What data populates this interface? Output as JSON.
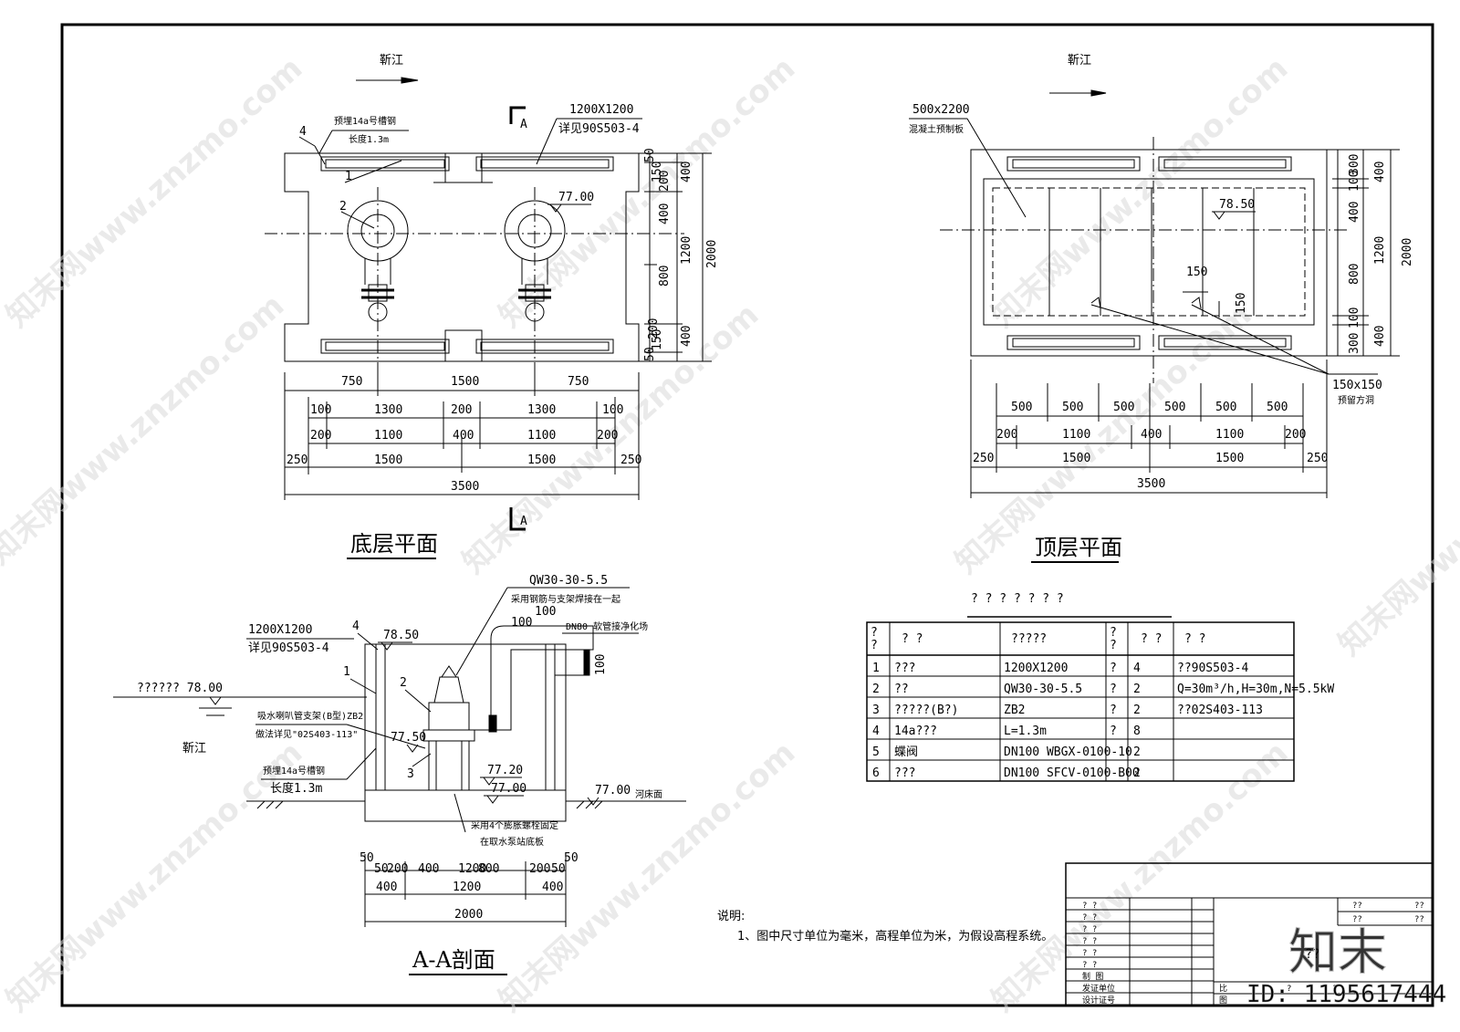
{
  "watermark": {
    "text": "知末网www.znzmo.com",
    "logo": "知末",
    "id": "ID: 1195617444"
  },
  "bottom_plan": {
    "title": "底层平面",
    "river": "靳江",
    "section_mark": "A",
    "callout_opening": "1200X1200",
    "callout_ref": "详见90S503-4",
    "callout_channel": "预埋14a号槽钢",
    "callout_length": "长度1.3m",
    "elevation": "77.00",
    "item_labels": [
      "1",
      "2",
      "4"
    ],
    "dims_row1": [
      "750",
      "1500",
      "750"
    ],
    "dims_row2": [
      "100",
      "1300",
      "200",
      "1300",
      "100"
    ],
    "dims_row3": [
      "200",
      "1100",
      "400",
      "1100",
      "200"
    ],
    "dims_row4": [
      "250",
      "1500",
      "1500",
      "250"
    ],
    "dims_total": "3500",
    "dims_right_a": [
      "50",
      "200",
      "400",
      "800",
      "200",
      "50"
    ],
    "dims_right_b": [
      "400",
      "1200",
      "400"
    ],
    "dims_right_c": "2000",
    "dims_right_d": [
      "150",
      "150"
    ]
  },
  "top_plan": {
    "title": "顶层平面",
    "river": "靳江",
    "callout_slab": "500x2200",
    "callout_slab_note": "混凝土预制板",
    "elevation": "78.50",
    "opening_dim": "150",
    "opening_callout": "150x150",
    "opening_note": "预留方洞",
    "dims_row1": [
      "500",
      "500",
      "500",
      "500",
      "500",
      "500"
    ],
    "dims_row2": [
      "200",
      "1100",
      "400",
      "1100",
      "200"
    ],
    "dims_row3": [
      "250",
      "1500",
      "1500",
      "250"
    ],
    "dims_total": "3500",
    "dims_right_a": [
      "300",
      "100",
      "400",
      "800",
      "100",
      "300"
    ],
    "dims_right_b": [
      "400",
      "1200",
      "400"
    ],
    "dims_right_c": "2000"
  },
  "section": {
    "title": "A-A剖面",
    "opening": "1200X1200",
    "ref": "详见90S503-4",
    "level_top": "78.50",
    "water_level": "?????? 78.00",
    "river": "靳江",
    "pump_model": "QW30-30-5.5",
    "pump_note": "采用钢筋与支架焊接在一起",
    "pipe_dim_a": "100",
    "pipe_dim_b": "100",
    "pipe_dim_c": "100",
    "pipe_note": "DN80 软管接净化场",
    "support_note": "吸水喇叭管支架(B型)ZB2",
    "support_ref": "做法详见\"02S403-113\"",
    "channel_note": "预埋14a号槽钢",
    "channel_length": "长度1.3m",
    "level_base": "77.50",
    "level_a": "77.20",
    "level_b": "77.00",
    "riverbed_level": "77.00",
    "riverbed": "河床面",
    "bolt_note": "采用4个膨胀螺栓固定",
    "bolt_note2": "在取水泵站底板",
    "labels": [
      "1",
      "2",
      "3",
      "4"
    ],
    "dims_row1": [
      "50",
      "50",
      "200",
      "400",
      "1200",
      "800",
      "200",
      "50",
      "50"
    ],
    "dims_row2": [
      "400",
      "1200",
      "400"
    ],
    "dims_total": "2000"
  },
  "table": {
    "title": "? ? ? ? ? ? ?",
    "headers": [
      "?\n?",
      "?  ?",
      "?????",
      "?\n?",
      "?  ?",
      "?    ?"
    ],
    "rows": [
      [
        "1",
        "???",
        "1200X1200",
        "?",
        "4",
        "??90S503-4"
      ],
      [
        "2",
        "??",
        "QW30-30-5.5",
        "?",
        "2",
        "Q=30m³/h,H=30m,N=5.5kW"
      ],
      [
        "3",
        "?????(B?)",
        "ZB2",
        "?",
        "2",
        "??02S403-113"
      ],
      [
        "4",
        "14a???",
        "L=1.3m",
        "?",
        "8",
        ""
      ],
      [
        "5",
        "蝶阀",
        "DN100  WBGX-0100-10",
        "",
        "2",
        ""
      ],
      [
        "6",
        "???",
        "DN100  SFCV-0100-B00",
        "",
        "2",
        ""
      ]
    ]
  },
  "notes": {
    "label": "说明:",
    "line1": "1、图中尺寸单位为毫米，高程单位为米，为假设高程系统。"
  },
  "title_block": {
    "left_rows": [
      "? ?",
      "? ?",
      "? ?",
      "? ?",
      "? ?",
      "? ?",
      "制 图",
      "发证单位",
      "设计证号"
    ],
    "right_top": [
      "??",
      "??",
      "??",
      "??"
    ],
    "center": "??",
    "bottom_labels": [
      "比",
      "图",
      "?",
      "?"
    ]
  }
}
